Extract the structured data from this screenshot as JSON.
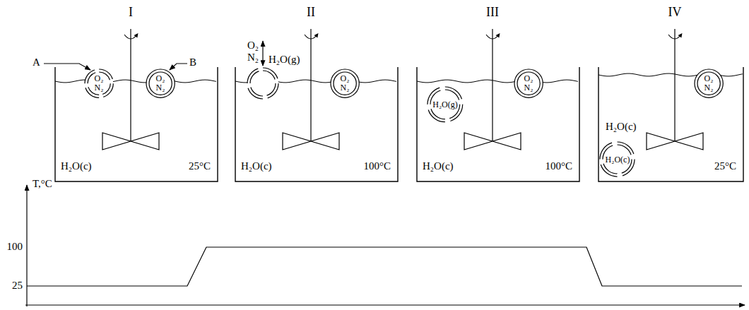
{
  "diagram": {
    "nodes": [
      {
        "text": [
          "I",
          "H₂O(c)",
          "25°C"
        ]
      },
      {
        "text": [
          "O₂ N₂"
        ],
        "in": 0
      },
      {
        "text": [
          "O₂ N₂"
        ],
        "in": 0
      },
      {
        "text": [
          "II",
          "H₂O(c)",
          "100°C"
        ]
      },
      {
        "text": [
          "O₂ N₂"
        ],
        "in": 3
      },
      {
        "text": [
          "III",
          "H₂O(c)",
          "100°C"
        ]
      },
      {
        "text": [
          "H₂O(g)"
        ],
        "in": 5
      },
      {
        "text": [
          "O₂ N₂"
        ],
        "in": 5
      },
      {
        "text": [
          "IV",
          "H₂O(c)",
          "25°C"
        ]
      },
      {
        "text": [
          "H₂O(c)"
        ],
        "in": 8
      },
      {
        "text": [
          "O₂ N₂"
        ],
        "in": 8
      }
    ],
    "labels": [
      "A",
      "B",
      "O₂",
      "N₂",
      "H₂O(g)",
      "T,°C",
      "100",
      "25"
    ]
  }
}
